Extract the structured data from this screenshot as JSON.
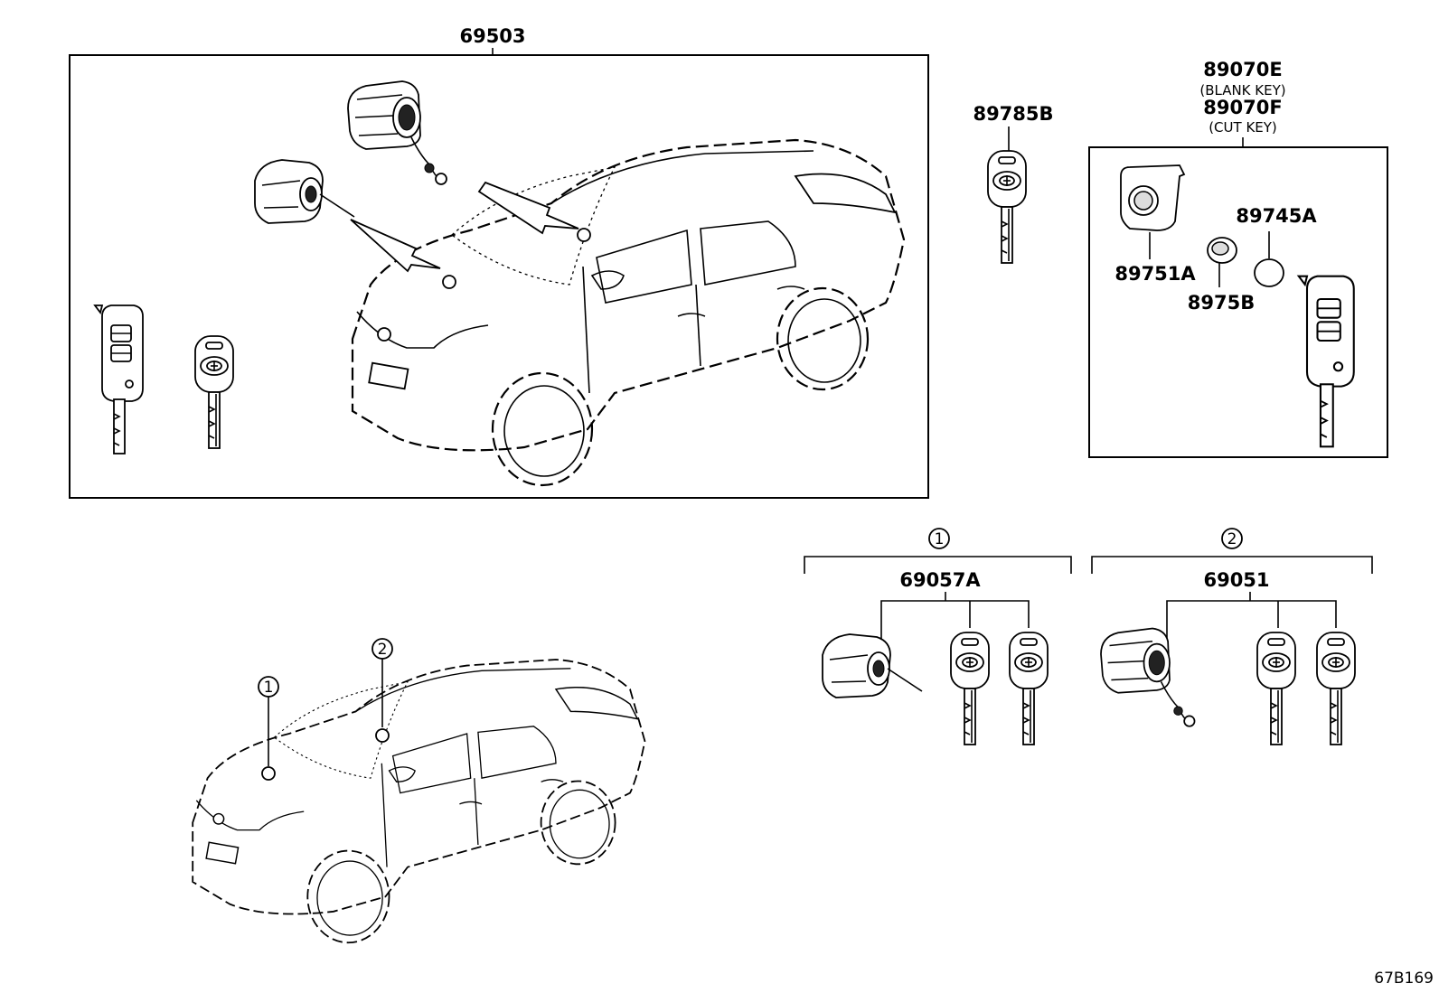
{
  "labels": {
    "main_assembly": "69503",
    "key_single": "89785B",
    "blank_key_part": "89070E",
    "blank_key_note": "(BLANK KEY)",
    "cut_key_part": "89070F",
    "cut_key_note": "(CUT KEY)",
    "key_cover": "89751A",
    "battery": "8975B",
    "battery_holder": "89745A",
    "group1_marker": "1",
    "group1_part": "69057A",
    "group2_marker": "2",
    "group2_part": "69051",
    "car_marker1": "1",
    "car_marker2": "2",
    "diagram_id": "67B169"
  },
  "icons": [
    "car-icon",
    "ignition-cylinder-icon",
    "door-lock-cylinder-icon",
    "remote-flip-key-icon",
    "key-icon",
    "coin-battery-icon",
    "key-cover-icon"
  ]
}
